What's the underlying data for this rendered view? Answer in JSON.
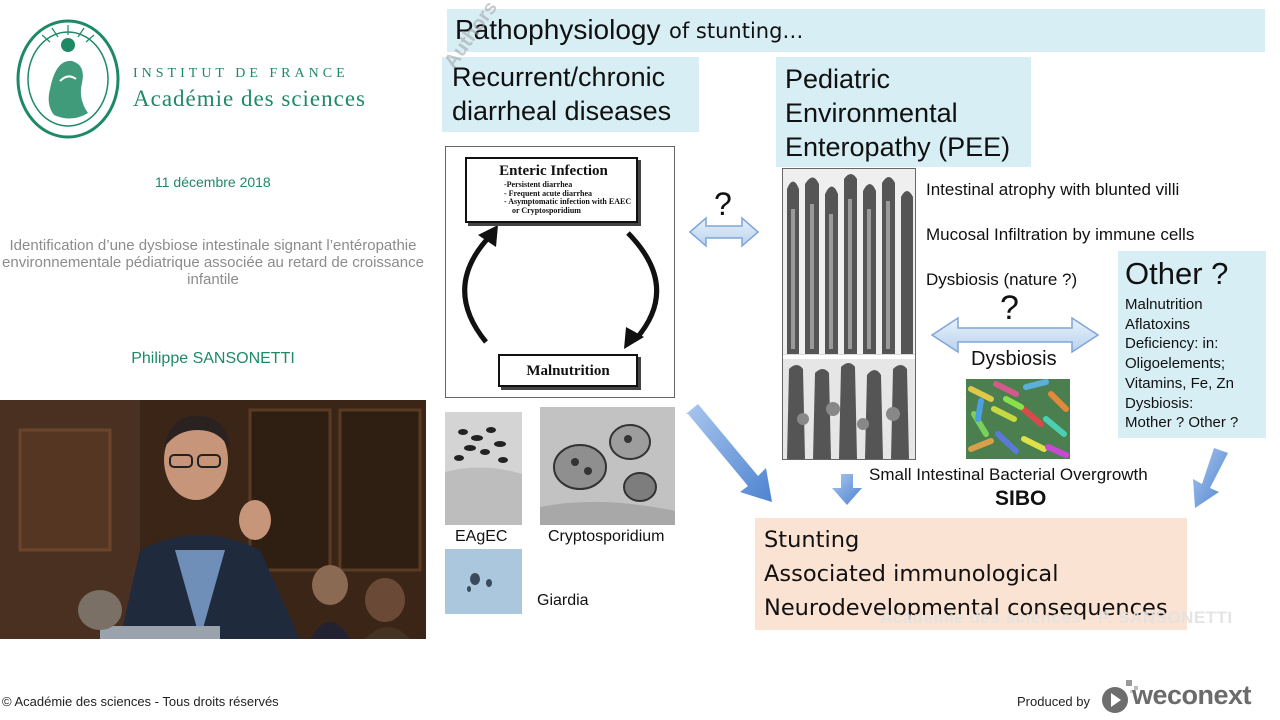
{
  "institution": {
    "line1": "INSTITUT DE FRANCE",
    "line2": "Académie des sciences"
  },
  "talk": {
    "date": "11 décembre 2018",
    "title": "Identification d’une dysbiose intestinale signant l’entéropathie environnementale pédiatrique associée au retard de croissance infantile",
    "speaker": "Philippe SANSONETTI"
  },
  "slide": {
    "title_main": "Pathophysiology",
    "title_rest": "of stunting…",
    "recurrent": "Recurrent/chronic diarrheal diseases",
    "pee": "Pediatric Environmental Enteropathy (PEE)",
    "cycle": {
      "enteric_title": "Enteric Infection",
      "enteric_items": [
        "-Persistent diarrhea",
        "- Frequent acute diarrhea",
        "- Asymptomatic infection with EAEC",
        "  or Cryptosporidium"
      ],
      "malnutrition": "Malnutrition"
    },
    "question_left": "?",
    "question_right": "?",
    "findings": [
      "Intestinal atrophy with blunted villi",
      "Mucosal Infiltration by immune cells",
      "Dysbiosis (nature ?)"
    ],
    "dysbiosis_label": "Dysbiosis",
    "sibo_full": "Small Intestinal Bacterial Overgrowth",
    "sibo_abbr": "SIBO",
    "micro_labels": [
      "EAgEC",
      "Cryptosporidium",
      "Giardia"
    ],
    "other": {
      "title": "Other ?",
      "items": [
        "Malnutrition",
        "Aflatoxins",
        "Deficiency:  in:",
        "Oligoelements;",
        "Vitamins, Fe, Zn",
        "Dysbiosis:",
        "Mother ? Other ?"
      ]
    },
    "stunting": [
      "Stunting",
      "Associated immunological",
      "Neurodevelopmental consequences"
    ],
    "watermark_author": "Authors copyright ©",
    "watermark_academie": "Académie des sciences - P. SANSONETTI"
  },
  "footer": {
    "copyright": "© Académie des sciences - Tous droits réservés",
    "produced_by": "Produced by",
    "brand": "weconext"
  },
  "colors": {
    "academie_green": "#1e8a64",
    "slide_blue_box": "#d7eef5",
    "stunting_box": "#fbe3d3",
    "arrow_blue": "#5b8fd6"
  }
}
